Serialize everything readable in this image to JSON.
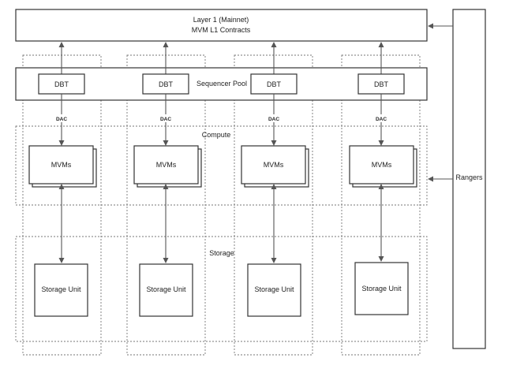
{
  "layer1": {
    "line1": "Layer 1 (Mainnet)",
    "line2": "MVM L1 Contracts"
  },
  "sequencer_pool": {
    "label": "Sequencer Pool"
  },
  "compute": {
    "label": "Compute"
  },
  "storage": {
    "label": "Storage"
  },
  "rangers": {
    "label": "Rangers"
  },
  "columns": [
    {
      "dbt": "DBT",
      "dac": "DAC",
      "mvm": "MVMs",
      "storage_unit": "Storage Unit"
    },
    {
      "dbt": "DBT",
      "dac": "DAC",
      "mvm": "MVMs",
      "storage_unit": "Storage Unit"
    },
    {
      "dbt": "DBT",
      "dac": "DAC",
      "mvm": "MVMs",
      "storage_unit": "Storage Unit"
    },
    {
      "dbt": "DBT",
      "dac": "DAC",
      "mvm": "MVMs",
      "storage_unit": "Storage Unit"
    }
  ]
}
